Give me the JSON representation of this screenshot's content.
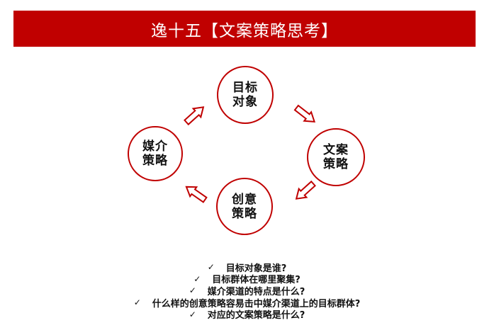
{
  "header": {
    "title": "逸十五【文案策略思考】",
    "background_color": "#C00000",
    "text_color": "#FFFFFF"
  },
  "cycle": {
    "stroke_color": "#C00000",
    "nodes": [
      {
        "id": "target",
        "line1": "目标",
        "line2": "对象"
      },
      {
        "id": "copy",
        "line1": "文案",
        "line2": "策略"
      },
      {
        "id": "creative",
        "line1": "创意",
        "line2": "策略"
      },
      {
        "id": "media",
        "line1": "媒介",
        "line2": "策略"
      }
    ],
    "arrows": [
      {
        "from": "target",
        "to": "copy",
        "direction": "down-right"
      },
      {
        "from": "copy",
        "to": "creative",
        "direction": "down-left"
      },
      {
        "from": "creative",
        "to": "media",
        "direction": "up-left"
      },
      {
        "from": "media",
        "to": "target",
        "direction": "up-right"
      }
    ]
  },
  "checklist": {
    "check_glyph": "✓",
    "items": [
      "目标对象是谁?",
      "目标群体在哪里聚集?",
      "媒介渠道的特点是什么?",
      "什么样的创意策略容易击中媒介渠道上的目标群体?",
      "对应的文案策略是什么?"
    ]
  }
}
